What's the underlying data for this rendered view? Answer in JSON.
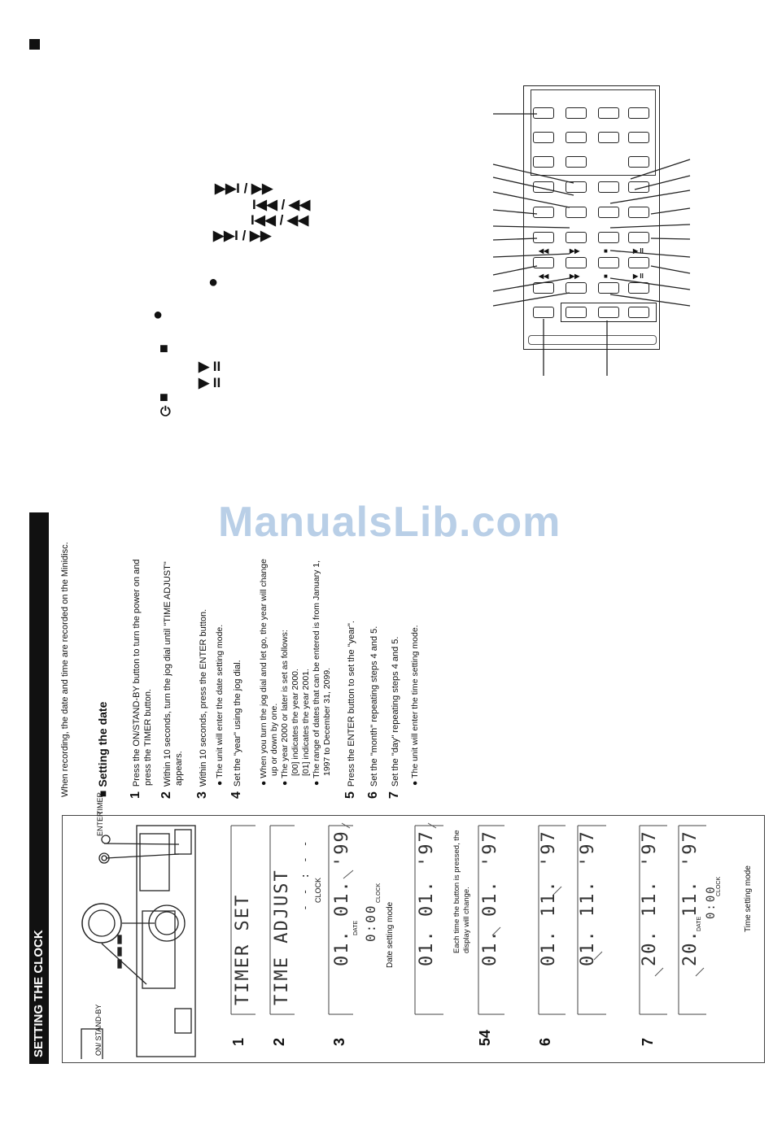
{
  "section_title": "SETTING THE CLOCK",
  "watermark": "ManualsLib.com",
  "intro": "When recording, the date and time are recorded on the Minidisc.",
  "heading": "Setting the date",
  "steps": [
    {
      "num": "1",
      "lines": [
        "Press the ON/STAND-BY button to turn the power on and",
        "press the TIMER button."
      ]
    },
    {
      "num": "2",
      "lines": [
        "Within 10 seconds, turn the jog dial until \"TIME ADJUST\"",
        "appears."
      ]
    },
    {
      "num": "3",
      "lines": [
        "Within 10 seconds, press the ENTER button."
      ]
    },
    {
      "num": "4",
      "lines": [
        "Set the \"year\" using the jog dial."
      ]
    },
    {
      "num": "5",
      "lines": [
        "Press the ENTER button to set the \"year\"."
      ]
    },
    {
      "num": "6",
      "lines": [
        "Set the \"month\" repeating steps 4 and 5."
      ]
    },
    {
      "num": "7",
      "lines": [
        "Set the \"day\" repeating steps 4 and 5."
      ]
    }
  ],
  "bullets": {
    "after3": "The unit will enter the date setting mode.",
    "after4": [
      "When you turn the jog dial and let go, the year will change",
      "up or down by one.",
      "The year 2000 or later is set as follows:",
      "[00] indicates the year 2000.",
      "[01] indicates the year 2001.",
      "The range of dates that can be entered is from January 1,",
      "1997 to December 31, 2099."
    ],
    "after7": "The unit will enter the time setting mode."
  },
  "symbols": {
    "next": "▶▶I / ▶▶",
    "prev": "I◀◀ / ◀◀",
    "rec": "●",
    "stop": "■",
    "play": "▶ II",
    "timer": "⏻"
  },
  "diagram": {
    "deck_labels": {
      "standby": "ON/ STAND-BY",
      "enter": "ENTER",
      "timer": "TIMER"
    },
    "rows": [
      {
        "num": "1",
        "lcd1": "TIMER SET"
      },
      {
        "num": "2",
        "lcd1": "TIME ADJUST",
        "sub": "- - : - -",
        "clock": "CLOCK"
      },
      {
        "num": "3",
        "lcd1": "01. 01. '99",
        "sub": "0:00",
        "date": "DATE",
        "clock": "CLOCK",
        "caption": "Date setting mode"
      },
      {
        "num": "54",
        "lcd1": "01. 01. '97",
        "lcd2": "01. 01. '97",
        "caption": "Each time the button is pressed, the display will change."
      },
      {
        "num": "6",
        "lcd1": "01. 11. '97",
        "lcd2": "01. 11. '97"
      },
      {
        "num": "7",
        "lcd1": "20. 11. '97",
        "lcd2": "20. 11. '97",
        "sub": "0:00",
        "date": "DATE",
        "clock": "CLOCK",
        "caption": "Time setting mode"
      }
    ]
  },
  "remote": {
    "labels": {
      "rew": "◀◀",
      "ff": "▶▶",
      "stop": "■",
      "play": "▶ II"
    }
  }
}
